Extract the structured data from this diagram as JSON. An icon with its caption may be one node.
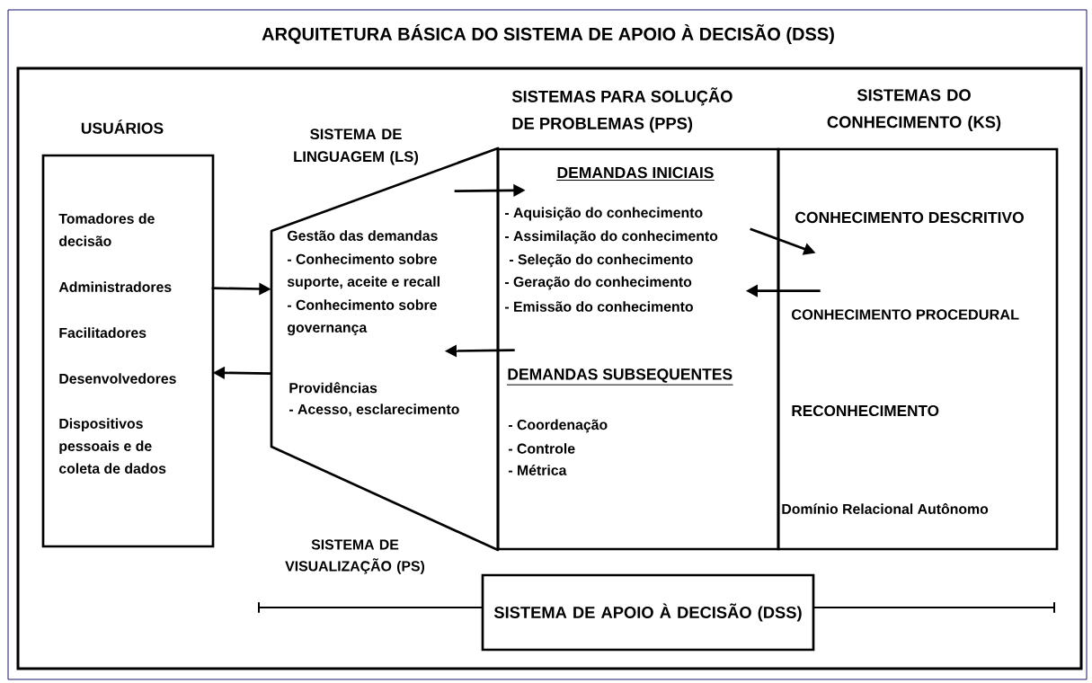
{
  "diagram": {
    "title": "ARQUITETURA BÁSICA DO SISTEMA DE APOIO À DECISÃO (DSS)",
    "nodes": [
      {
        "text": [
          "USUÁRIOS",
          "Tomadores de decisão",
          "Administradores",
          "Facilitadores",
          "Desenvolvedores",
          "Dispositivos pessoais e de coleta de dados"
        ]
      },
      {
        "text": [
          "SISTEMA DE LINGUAGEM (LS)",
          "Gestão das demandas",
          "- Conhecimento sobre suporte, aceite e recall",
          "- Conhecimento sobre governança",
          "Providências",
          "- Acesso, esclarecimento"
        ]
      },
      {
        "text": [
          "SISTEMAS PARA SOLUÇÃO DE PROBLEMAS (PPS)",
          "DEMANDAS INICIAIS",
          "- Aquisição do conhecimento",
          "- Assimilação do conhecimento",
          "- Seleção do conhecimento",
          "- Geração do conhecimento",
          "- Emissão do conhecimento",
          "DEMANDAS SUBSEQUENTES",
          "- Coordenação",
          "- Controle",
          "- Métrica"
        ]
      },
      {
        "text": [
          "SISTEMAS DO CONHECIMENTO (KS)",
          "CONHECIMENTO DESCRITIVO",
          "CONHECIMENTO PROCEDURAL",
          "RECONHECIMENTO",
          "Domínio Relacional Autônomo"
        ]
      },
      {
        "text": [
          "SISTEMA DE APOIO À DECISÃO (DSS)"
        ]
      }
    ],
    "edges": [
      {
        "from": 0,
        "to": 1,
        "arrow": "to"
      },
      {
        "from": 1,
        "to": 0,
        "arrow": "to"
      },
      {
        "from": 1,
        "to": 2,
        "arrow": "to"
      },
      {
        "from": 2,
        "to": 1,
        "arrow": "to"
      },
      {
        "from": 2,
        "to": 3,
        "arrow": "to"
      },
      {
        "from": 3,
        "to": 2,
        "arrow": "to"
      }
    ],
    "labels": [
      "SISTEMA DE VISUALIZAÇÃO (PS)"
    ]
  }
}
